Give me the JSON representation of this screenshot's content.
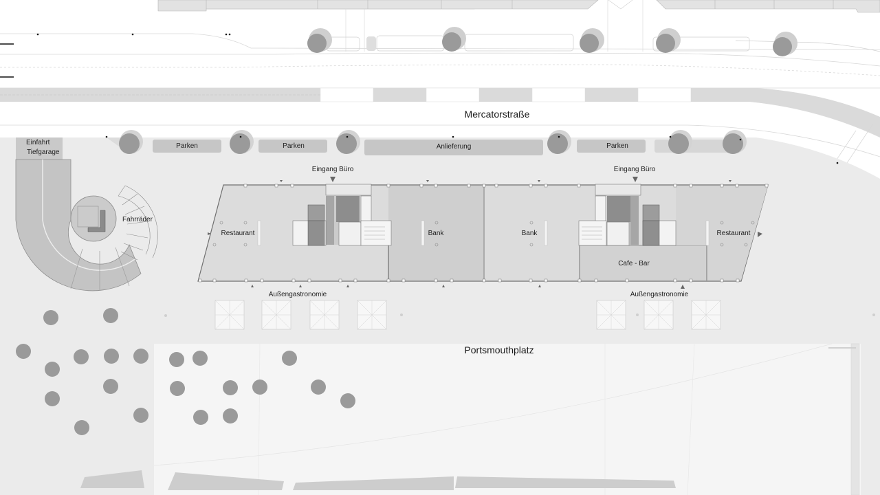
{
  "plan": {
    "type": "architectural site plan – ground floor",
    "streets": {
      "north_street": "Mercatorstraße",
      "south_square": "Portsmouthplatz"
    },
    "labels": {
      "garage_entry_line1": "Einfahrt",
      "garage_entry_line2": "Tiefgarage",
      "bikes": "Fahrräder",
      "parking_1": "Parken",
      "parking_2": "Parken",
      "delivery": "Anlieferung",
      "parking_3": "Parken",
      "office_entrance_west": "Eingang Büro",
      "office_entrance_east": "Eingang Büro",
      "restaurant_west": "Restaurant",
      "bank_west": "Bank",
      "bank_east": "Bank",
      "cafe_bar": "Cafe - Bar",
      "restaurant_east": "Restaurant",
      "outdoor_dining_west": "Außengastronomie",
      "outdoor_dining_east": "Außengastronomie"
    },
    "colors": {
      "background": "#ffffff",
      "plaza": "#ebebeb",
      "square": "#f4f4f4",
      "building_floor": "#dcdcdc",
      "bank_floor": "#cfcfcf",
      "core_dark": "#8e8e8e",
      "tree": "#9a9a9a",
      "tree_halo": "#cfcfcf",
      "parking_bay": "#c6c6c6",
      "ramp": "#c8c8c8",
      "lines": "#6f6f6f",
      "text": "#222222"
    },
    "icons": {
      "entrance_marker": "triangle-down",
      "tree": "circle"
    }
  }
}
